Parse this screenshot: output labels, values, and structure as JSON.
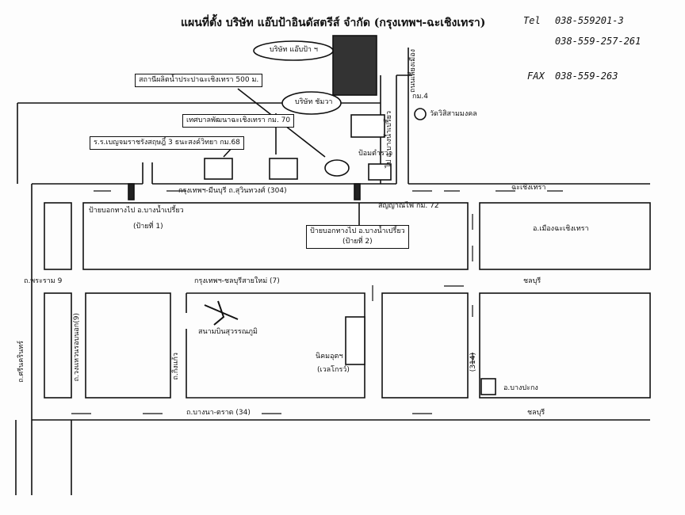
{
  "title": "แผนที่ตั้ง บริษัท แอ๊บป้าอินดัสตรีส์ จำกัด (กรุงเทพฯ-ฉะเชิงเทรา)",
  "contact": {
    "tel_label": "Tel",
    "tel1": "038-559201-3",
    "tel2": "038-559-257-261",
    "fax_label": "FAX",
    "fax": "038-559-263"
  },
  "places": {
    "company": "บริษัท แอ๊บป้า ฯ",
    "water_plant": "สถานีผลิตน้ำประปาฉะเชิงเทรา 500 ม.",
    "chumwa": "บริษัท ชัมวา",
    "municipality": "เทศบาลพัฒนาฉะเชิงเทรา กม. 70",
    "school": "ร.ร.เบญจมราชรังสฤษฎิ์ 3 ธนะสงค์วิทยา กม.68",
    "police": "ป้อมตำรวจ",
    "to_bang_nam_priao": "ไป อ.บางน้ำเปรี้ยว",
    "bypass": "ถนนเลี่ยงเมือง",
    "km4": "กม.4",
    "temple": "วัดวิสิสามมงคล",
    "traffic_light": "สัญญาณไฟ กม. 72",
    "sign1": "ป้ายบอกทางไป อ.บางน้ำเปรี้ยว",
    "sign1_no": "(ป้ายที่ 1)",
    "sign2": "ป้ายบอกทางไป อ.บางน้ำเปรี้ยว",
    "sign2_no": "(ป้ายที่ 2)",
    "mueang": "อ.เมืองฉะเชิงเทรา",
    "airport": "สนามบินสุวรรณภูมิ",
    "estate": "นิคมอุตฯ",
    "estate2": "(เวลโกรว์)",
    "bang_pakong": "อ.บางปะกง"
  },
  "roads": {
    "suwinthawong": "กรุงเทพฯ-มีนบุรี ถ.สุวินทวงศ์ (304)",
    "chachoengsao": "ฉะเชิงเทรา",
    "rama9": "ถ.พระราม 9",
    "new_chonburi": "กรุงเทพฯ-ชลบุรีสายใหม่ (7)",
    "chonburi1": "ชลบุรี",
    "srinakarin": "ถ.ศรีนครินทร์",
    "outer_ring": "ถ.วงแหวนรอบนอก(9)",
    "kingkaew": "ถ.กิ่งแก้ว",
    "r314": "(314)",
    "bangna": "ถ.บางนา-ตราด (34)",
    "chonburi2": "ชลบุรี"
  }
}
